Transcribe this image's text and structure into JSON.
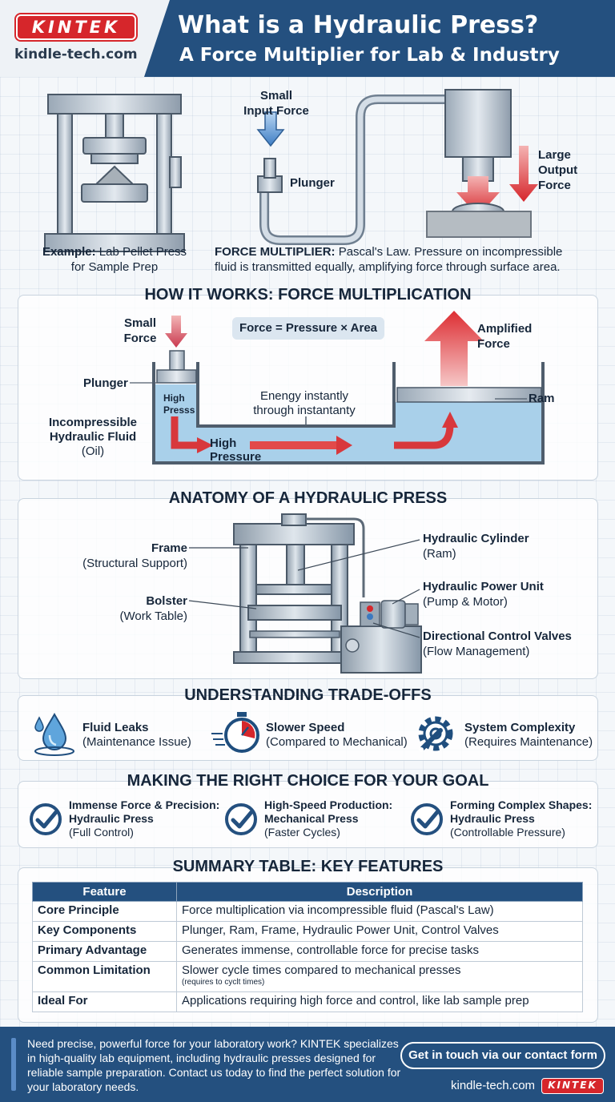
{
  "header": {
    "brand": "KINTEK",
    "domain": "kindle-tech.com",
    "title": "What is a Hydraulic Press?",
    "subtitle": "A Force Multiplier for Lab & Industry"
  },
  "intro": {
    "small_input_force": [
      "Small",
      "Input Force"
    ],
    "plunger": "Plunger",
    "large_output_force": [
      "Large",
      "Output",
      "Force"
    ],
    "example_label": "Example:",
    "example_text": " Lab Pellet Press",
    "example_text2": "for Sample Prep",
    "multiplier_label": "FORCE MULTIPLIER:",
    "multiplier_text": " Pascal's Law. Pressure on incompressible",
    "multiplier_text2": "fluid is transmitted equally, amplifying force through surface area."
  },
  "how_it_works": {
    "title": "HOW IT WORKS: FORCE MULTIPLICATION",
    "small_force": [
      "Small",
      "Force"
    ],
    "formula": "Force = Pressure × Area",
    "amplified_force": [
      "Amplified",
      "Force"
    ],
    "plunger": "Plunger",
    "high_press": [
      "High",
      "Presss"
    ],
    "energy": [
      "Enengy instantly",
      "through instantanty"
    ],
    "ram": "Ram",
    "fluid": [
      "Incompressible",
      "Hydraulic Fluid",
      "(Oil)"
    ],
    "high_pressure": [
      "High",
      "Pressure"
    ]
  },
  "anatomy": {
    "title": "ANATOMY OF A HYDRAULIC PRESS",
    "frame": [
      "Frame",
      "(Structural Support)"
    ],
    "bolster": [
      "Bolster",
      "(Work Table)"
    ],
    "cylinder": [
      "Hydraulic Cylinder",
      "(Ram)"
    ],
    "power_unit": [
      "Hydraulic Power Unit",
      "(Pump & Motor)"
    ],
    "valves": [
      "Directional Control Valves",
      "(Flow Management)"
    ]
  },
  "tradeoffs": {
    "title": "UNDERSTANDING TRADE-OFFS",
    "items": [
      {
        "title": "Fluid Leaks",
        "sub": "(Maintenance Issue)",
        "icon": "water-drop-icon"
      },
      {
        "title": "Slower Speed",
        "sub": "(Compared to Mechanical)",
        "icon": "stopwatch-icon"
      },
      {
        "title": "System Complexity",
        "sub": "(Requires Maintenance)",
        "icon": "gear-wrench-icon"
      }
    ]
  },
  "choice": {
    "title": "MAKING THE RIGHT CHOICE FOR YOUR GOAL",
    "items": [
      {
        "line1": "Immense Force & Precision:",
        "line2": "Hydraulic Press",
        "sub": "(Full Control)"
      },
      {
        "line1": "High-Speed Production:",
        "line2": "Mechanical Press",
        "sub": "(Faster Cycles)"
      },
      {
        "line1": "Forming Complex Shapes:",
        "line2": "Hydraulic Press",
        "sub": "(Controllable Pressure)"
      }
    ]
  },
  "summary": {
    "title": "SUMMARY TABLE: KEY FEATURES",
    "headers": [
      "Feature",
      "Description"
    ],
    "rows": [
      {
        "feature": "Core Principle",
        "description": "Force multiplication via incompressible fluid (Pascal's Law)",
        "note": ""
      },
      {
        "feature": "Key Components",
        "description": "Plunger, Ram, Frame, Hydraulic Power Unit, Control Valves",
        "note": ""
      },
      {
        "feature": "Primary Advantage",
        "description": "Generates immense, controllable force for precise tasks",
        "note": ""
      },
      {
        "feature": "Common Limitation",
        "description": "Slower cycle times compared to mechanical presses",
        "note": "(requires to cyclt times)"
      },
      {
        "feature": "Ideal For",
        "description": "Applications requiring high force and control, like lab sample prep",
        "note": ""
      }
    ]
  },
  "footer": {
    "text": "Need precise, powerful force for your laboratory work? KINTEK specializes in high-quality lab equipment, including hydraulic presses designed for reliable sample preparation. Contact us today to find the perfect solution for your laboratory needs.",
    "button": "Get in touch via our contact form",
    "domain": "kindle-tech.com",
    "brand": "KINTEK"
  },
  "colors": {
    "brand_blue": "#24507f",
    "brand_red": "#d6262b",
    "fluid": "#a9d0ea",
    "steel": "#b8c4cf"
  }
}
